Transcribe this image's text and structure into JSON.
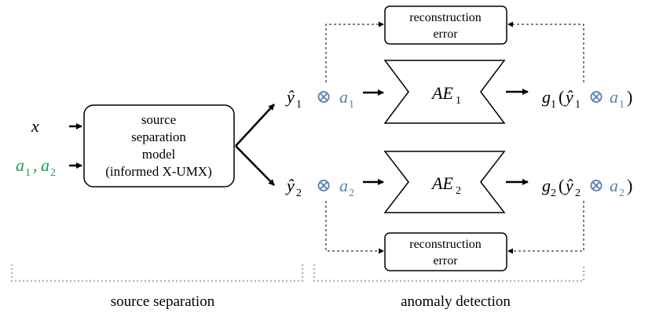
{
  "inputs": {
    "x": "x",
    "a1": "a",
    "a1_sub": "1",
    "a2": "a",
    "a2_sub": "2",
    "comma": ","
  },
  "model_box": {
    "line1": "source",
    "line2": "separation",
    "line3": "model",
    "line4": "(informed X-UMX)"
  },
  "outputs": {
    "y": "ŷ",
    "sub1": "1",
    "sub2": "2",
    "otimes": "⊗",
    "a": "a"
  },
  "autoencoders": {
    "ae_label": "AE",
    "ae1_sub": "1",
    "ae2_sub": "2"
  },
  "results": {
    "g": "g",
    "open_paren": "(",
    "close_paren": ")"
  },
  "recon_boxes": {
    "line1": "reconstruction",
    "line2": "error"
  },
  "sections": {
    "left": "source separation",
    "right": "anomaly detection"
  },
  "colors": {
    "green": "#1a9e5a",
    "blue": "#5b84b1",
    "black": "#000000",
    "gray": "#b8b8b8"
  }
}
